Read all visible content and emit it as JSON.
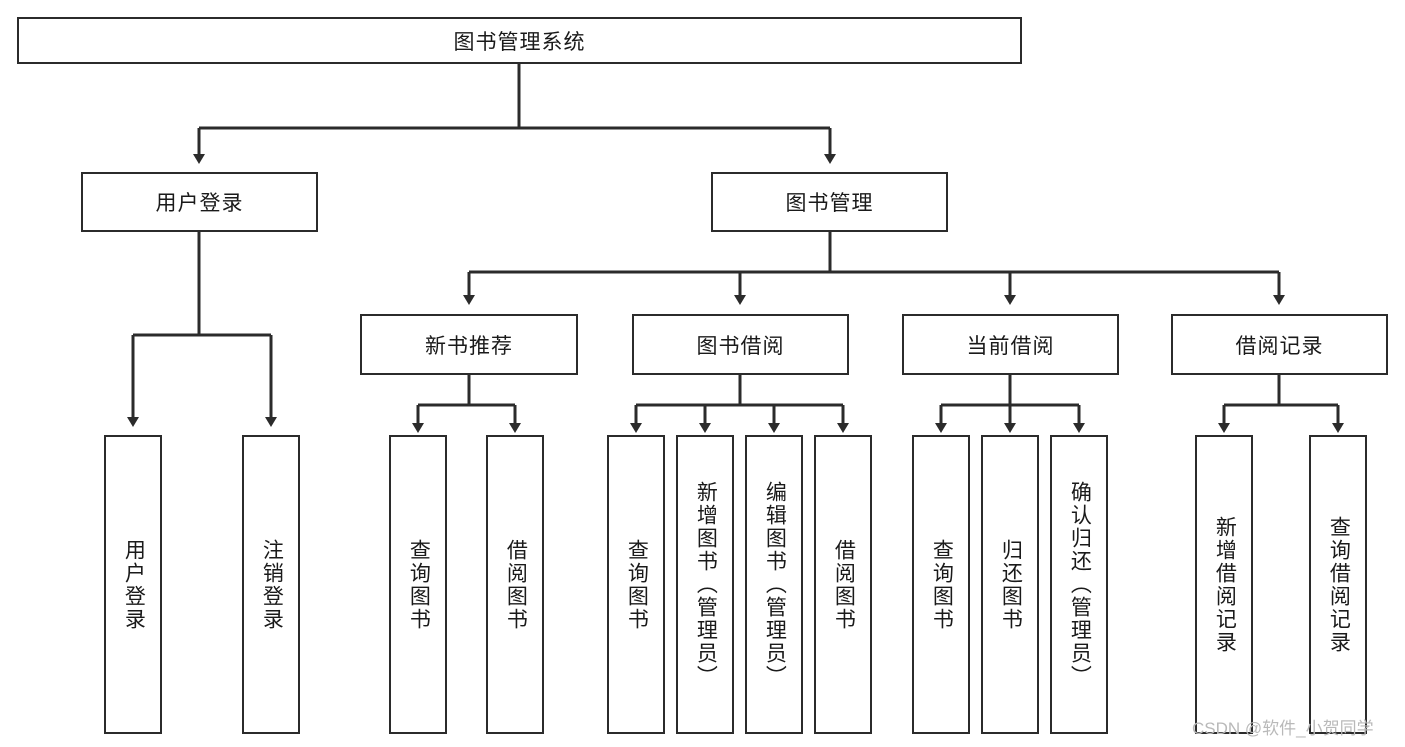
{
  "diagram": {
    "title": "图书管理系统",
    "type": "tree-hierarchy",
    "orientation": "top-down",
    "line_color": "#2b2b2b",
    "box_fill": "#ffffff",
    "text_color": "#1a1a1a"
  },
  "root": {
    "label": "图书管理系统"
  },
  "level2": [
    {
      "label": "用户登录"
    },
    {
      "label": "图书管理"
    }
  ],
  "level3": [
    {
      "label": "新书推荐"
    },
    {
      "label": "图书借阅"
    },
    {
      "label": "当前借阅"
    },
    {
      "label": "借阅记录"
    }
  ],
  "leaves": {
    "user_login": [
      {
        "label": "用户登录"
      },
      {
        "label": "注销登录"
      }
    ],
    "new_book_recommend": [
      {
        "label": "查询图书"
      },
      {
        "label": "借阅图书"
      }
    ],
    "book_borrow": [
      {
        "label": "查询图书"
      },
      {
        "label": "新增图书（管理员）"
      },
      {
        "label": "编辑图书（管理员）"
      },
      {
        "label": "借阅图书"
      }
    ],
    "current_borrow": [
      {
        "label": "查询图书"
      },
      {
        "label": "归还图书"
      },
      {
        "label": "确认归还（管理员）"
      }
    ],
    "borrow_record": [
      {
        "label": "新增借阅记录"
      },
      {
        "label": "查询借阅记录"
      }
    ]
  },
  "watermark": {
    "text": "CSDN @软件_小贺同学",
    "color": "#b9b9b9"
  }
}
